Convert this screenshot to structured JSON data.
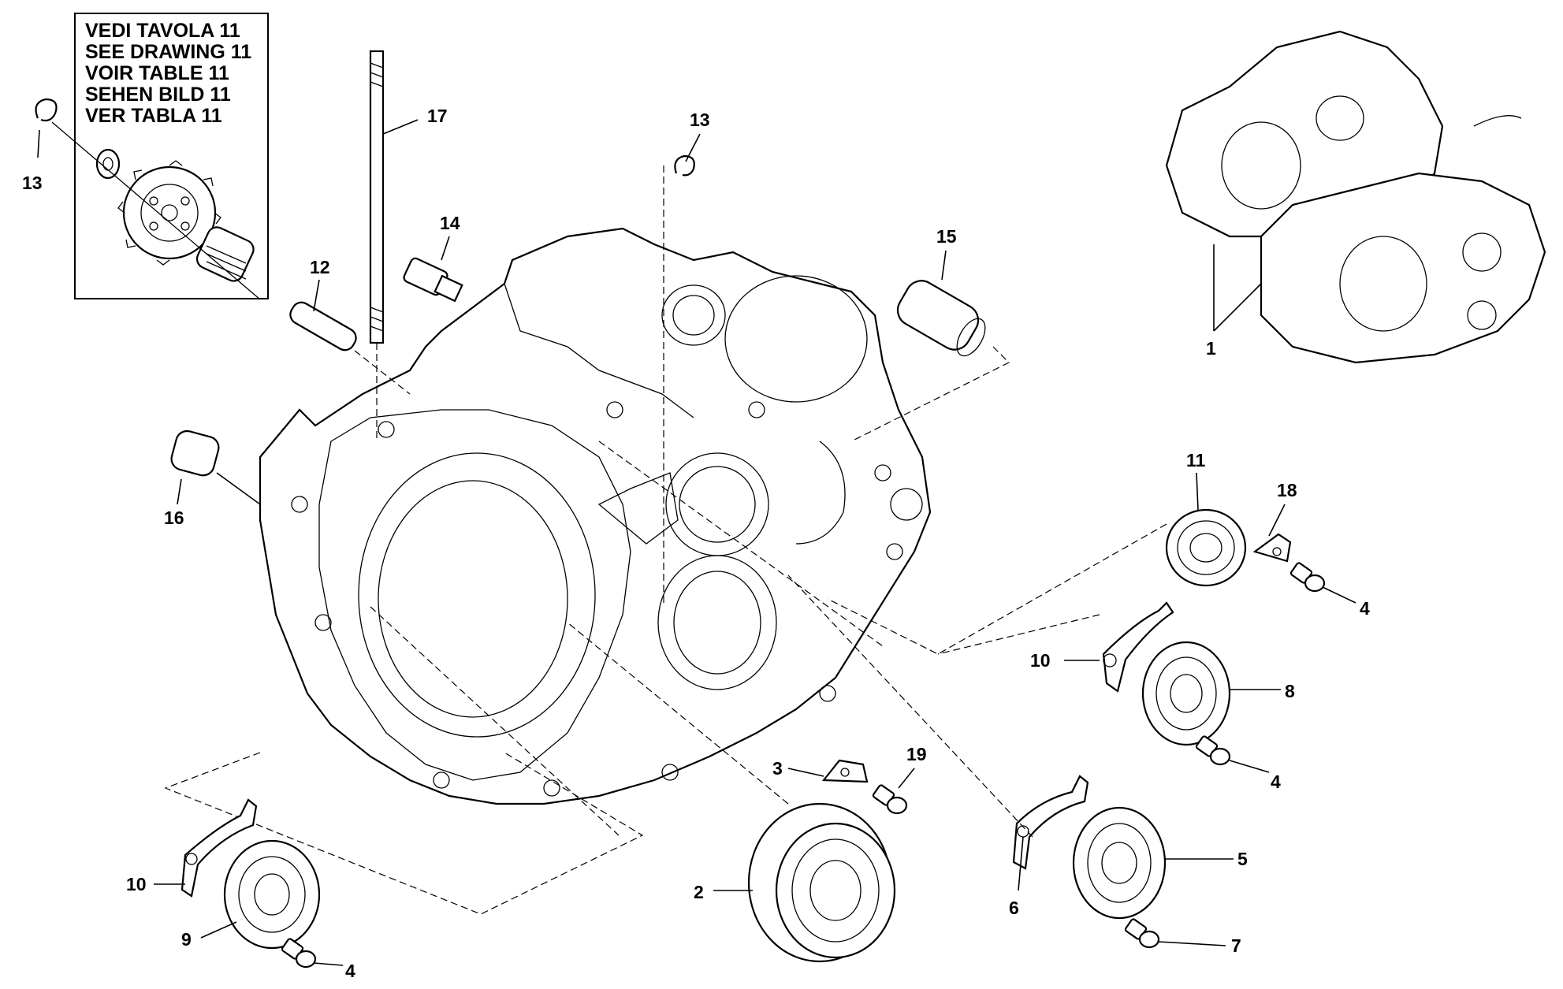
{
  "reference_box": {
    "lines": [
      "VEDI TAVOLA 11",
      "SEE DRAWING 11",
      "VOIR TABLE 11",
      "SEHEN BILD 11",
      "VER TABLA 11"
    ]
  },
  "callouts": {
    "c1": "1",
    "c2": "2",
    "c3": "3",
    "c4a": "4",
    "c4b": "4",
    "c4c": "4",
    "c5": "5",
    "c6": "6",
    "c7": "7",
    "c8": "8",
    "c9": "9",
    "c10a": "10",
    "c10b": "10",
    "c11": "11",
    "c12": "12",
    "c13a": "13",
    "c13b": "13",
    "c14": "14",
    "c15": "15",
    "c16": "16",
    "c17": "17",
    "c18": "18",
    "c19": "19"
  }
}
